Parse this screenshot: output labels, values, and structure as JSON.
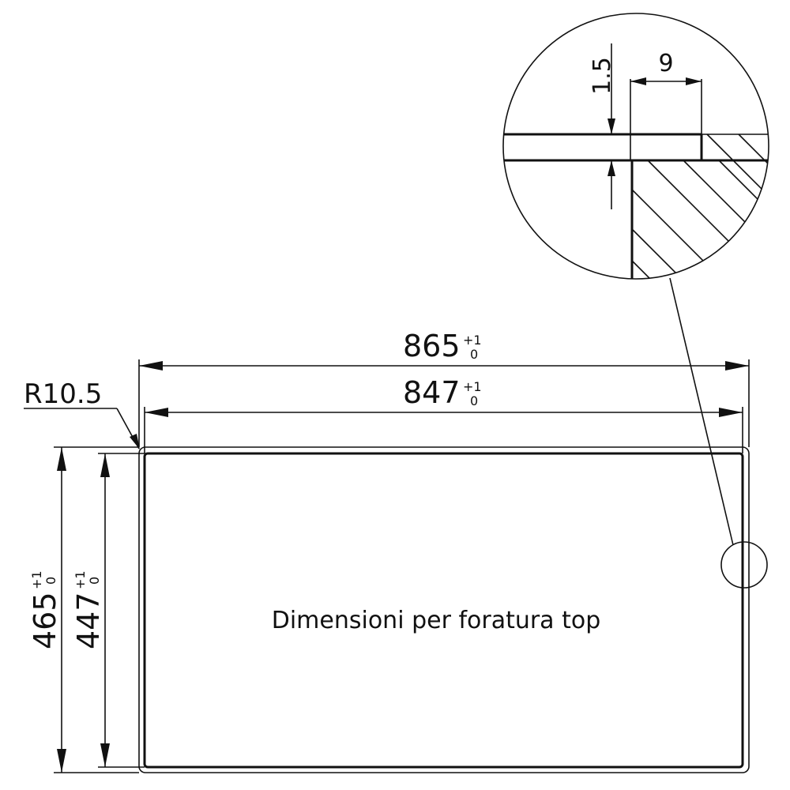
{
  "drawing": {
    "caption": "Dimensioni per foratura top",
    "dimensions": {
      "outer_width": {
        "value": "865",
        "tol_upper": "+1",
        "tol_lower": "0"
      },
      "inner_width": {
        "value": "847",
        "tol_upper": "+1",
        "tol_lower": "0"
      },
      "outer_height": {
        "value": "465",
        "tol_upper": "+1",
        "tol_lower": "0"
      },
      "inner_height": {
        "value": "447",
        "tol_upper": "+1",
        "tol_lower": "0"
      },
      "corner_radius": "R10.5"
    },
    "detail": {
      "thickness": "1.5",
      "overlap": "9"
    }
  }
}
